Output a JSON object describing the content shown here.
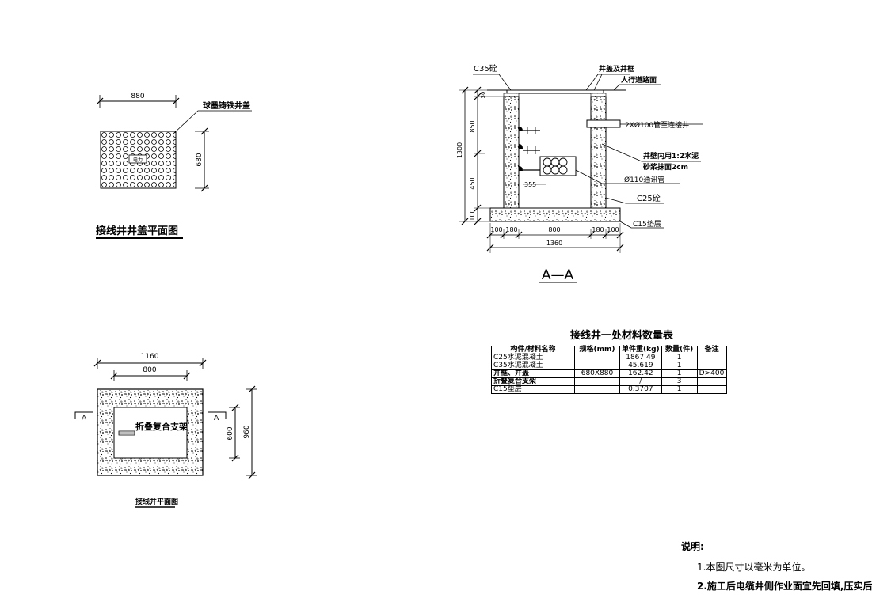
{
  "plan_cover": {
    "dim_width": "880",
    "dim_height": "680",
    "callout": "球墨铸铁井盖",
    "center_label": "电力",
    "title": "接线井井盖平面图"
  },
  "plan_well": {
    "dim_outer": "1160",
    "dim_inner": "800",
    "dim_height_outer": "960",
    "dim_height_inner": "600",
    "section_mark_left": "A",
    "section_mark_right": "A",
    "center_label": "折叠复合支架",
    "title": "接线井平面图"
  },
  "section": {
    "label_c35": "C35砼",
    "label_cover_frame": "井盖及井框",
    "label_road": "人行道路面",
    "label_pipe100": "2XØ100管至连接井",
    "label_wall_line1": "井壁内用1:2水泥",
    "label_wall_line2": "砂浆抹面2cm",
    "label_pipe110": "Ø110通讯管",
    "label_c25": "C25砼",
    "label_c15": "C15垫层",
    "dim_30": "30",
    "dim_850": "850",
    "dim_1300": "1300",
    "dim_450": "450",
    "dim_100v": "100",
    "dim_355": "355",
    "dim_b1": "100",
    "dim_b2": "180",
    "dim_b3": "800",
    "dim_b4": "180",
    "dim_b5": "100",
    "dim_total": "1360",
    "title": "A—A"
  },
  "material_table": {
    "title": "接线井一处材料数量表",
    "headers": [
      "构件/材料名称",
      "规格(mm)",
      "单件重(kg)",
      "数量(件)",
      "备注"
    ],
    "rows": [
      [
        "C25水泥混凝土",
        "",
        "1867.49",
        "1",
        ""
      ],
      [
        "C35水泥混凝土",
        "",
        "45.619",
        "1",
        ""
      ],
      [
        "井框、井盖",
        "680X880",
        "162.42",
        "1",
        "D>400"
      ],
      [
        "折叠复合支架",
        "",
        "/",
        "3",
        ""
      ],
      [
        "C15垫层",
        "",
        "0.3707",
        "1",
        ""
      ]
    ]
  },
  "notes": {
    "heading": "说明:",
    "line1": "1.本图尺寸以毫米为单位。",
    "line2": "2.施工后电缆井侧作业面宜先回填,压实后"
  }
}
